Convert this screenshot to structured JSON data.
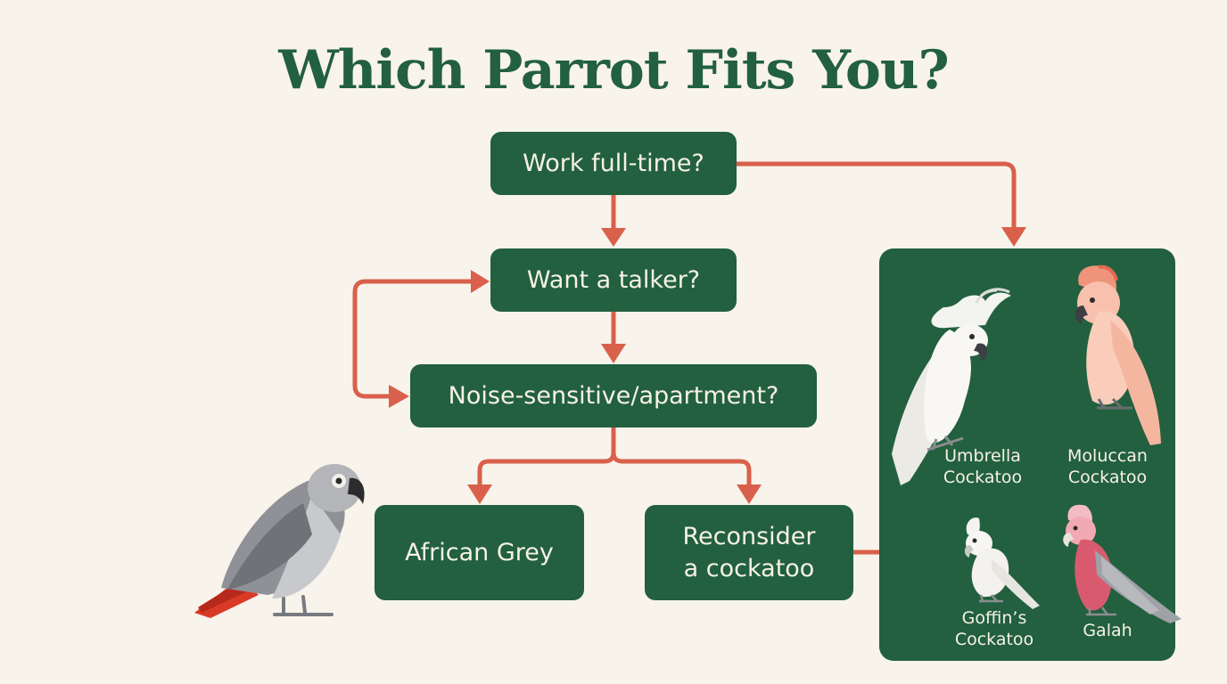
{
  "title": "Which Parrot Fits You?",
  "nodes": {
    "work_full_time": "Work full-time?",
    "want_talker": "Want a talker?",
    "noise_sensitive": "Noise-sensitive/apartment?",
    "african_grey": "African Grey",
    "reconsider_line1": "Reconsider",
    "reconsider_line2": "a cockatoo"
  },
  "cockatoo_panel": {
    "umbrella_line1": "Umbrella",
    "umbrella_line2": "Cockatoo",
    "moluccan_line1": "Moluccan",
    "moluccan_line2": "Cockatoo",
    "goffins_line1": "Goffin’s",
    "goffins_line2": "Cockatoo",
    "galah": "Galah"
  },
  "colors": {
    "node_fill": "#22603f",
    "arrow": "#d9604a",
    "background": "#f8f3eb"
  },
  "icons": [
    "african-grey-parrot-icon",
    "umbrella-cockatoo-icon",
    "moluccan-cockatoo-icon",
    "goffins-cockatoo-icon",
    "galah-icon"
  ]
}
